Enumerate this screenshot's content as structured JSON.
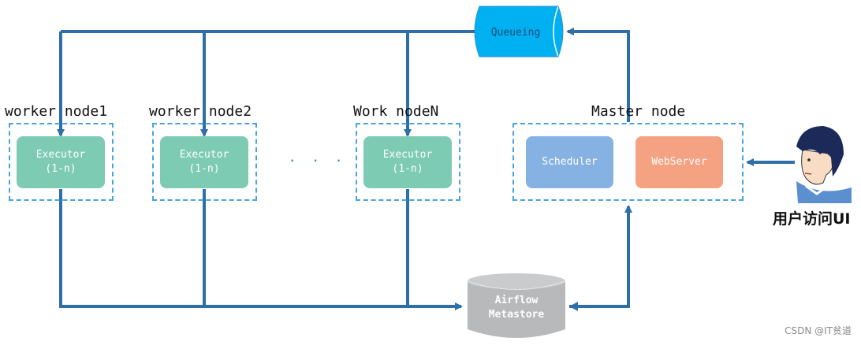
{
  "workers": [
    {
      "label": "worker node1",
      "executor": [
        "Executor",
        "(1-n)"
      ]
    },
    {
      "label": "worker node2",
      "executor": [
        "Executor",
        "(1-n)"
      ]
    },
    {
      "label": "Work nodeN",
      "executor": [
        "Executor",
        "(1-n)"
      ]
    }
  ],
  "ellipsis": "· · ·",
  "master": {
    "label": "Master node",
    "scheduler": "Scheduler",
    "webserver": "WebServer"
  },
  "queue": {
    "label": "Queueing"
  },
  "metastore": {
    "line1": "Airflow",
    "line2": "Metastore"
  },
  "user": {
    "label": "用户访问UI"
  },
  "watermark": "CSDN @IT贫道",
  "colors": {
    "line": "#2d6fa6",
    "executor": "#7ecbb4",
    "scheduler": "#85b2e2",
    "webserver": "#f4a282",
    "queue": "#00b0f0",
    "metastore": "#b7b9bb",
    "dashed_border": "#4aa3df"
  }
}
